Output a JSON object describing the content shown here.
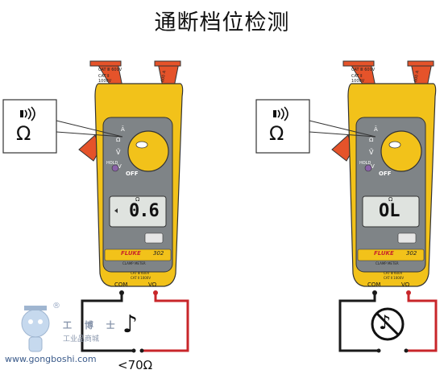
{
  "title": "通断档位检测",
  "left_meter": {
    "brand": "FLUKE",
    "model": "302",
    "subtitle": "CLAMP METER",
    "display_value": "0.6",
    "display_unit": "Ω",
    "callout_symbol": "Ω",
    "off_label": "OFF",
    "hold_label": "HOLD",
    "port_com": "COM",
    "port_v": "VΩ",
    "cat_line1": "CAT Ⅲ 600V",
    "cat_line2": "CAT Ⅱ 1000V",
    "jaw_label": "600 A"
  },
  "right_meter": {
    "brand": "FLUKE",
    "model": "302",
    "subtitle": "CLAMP METER",
    "display_value": "OL",
    "display_unit": "Ω",
    "callout_symbol": "Ω",
    "off_label": "OFF",
    "hold_label": "HOLD",
    "port_com": "COM",
    "port_v": "VΩ",
    "cat_line1": "CAT Ⅲ 600V",
    "cat_line2": "CAT Ⅱ 1000V",
    "jaw_label": "600 A"
  },
  "left_circuit": {
    "symbol": "♪",
    "threshold": "<70Ω"
  },
  "right_circuit": {
    "symbol": "♪"
  },
  "watermark": {
    "reg": "®",
    "name": "工 博 士",
    "sub": "工业品商城",
    "url": "www.gongboshi.com"
  },
  "colors": {
    "body_yellow": "#f2c21a",
    "panel_gray": "#7f8487",
    "jaw_orange": "#e5532a",
    "lead_red": "#c8262a",
    "lead_black": "#1a1a1a",
    "lcd_bg": "#dfe3df"
  }
}
